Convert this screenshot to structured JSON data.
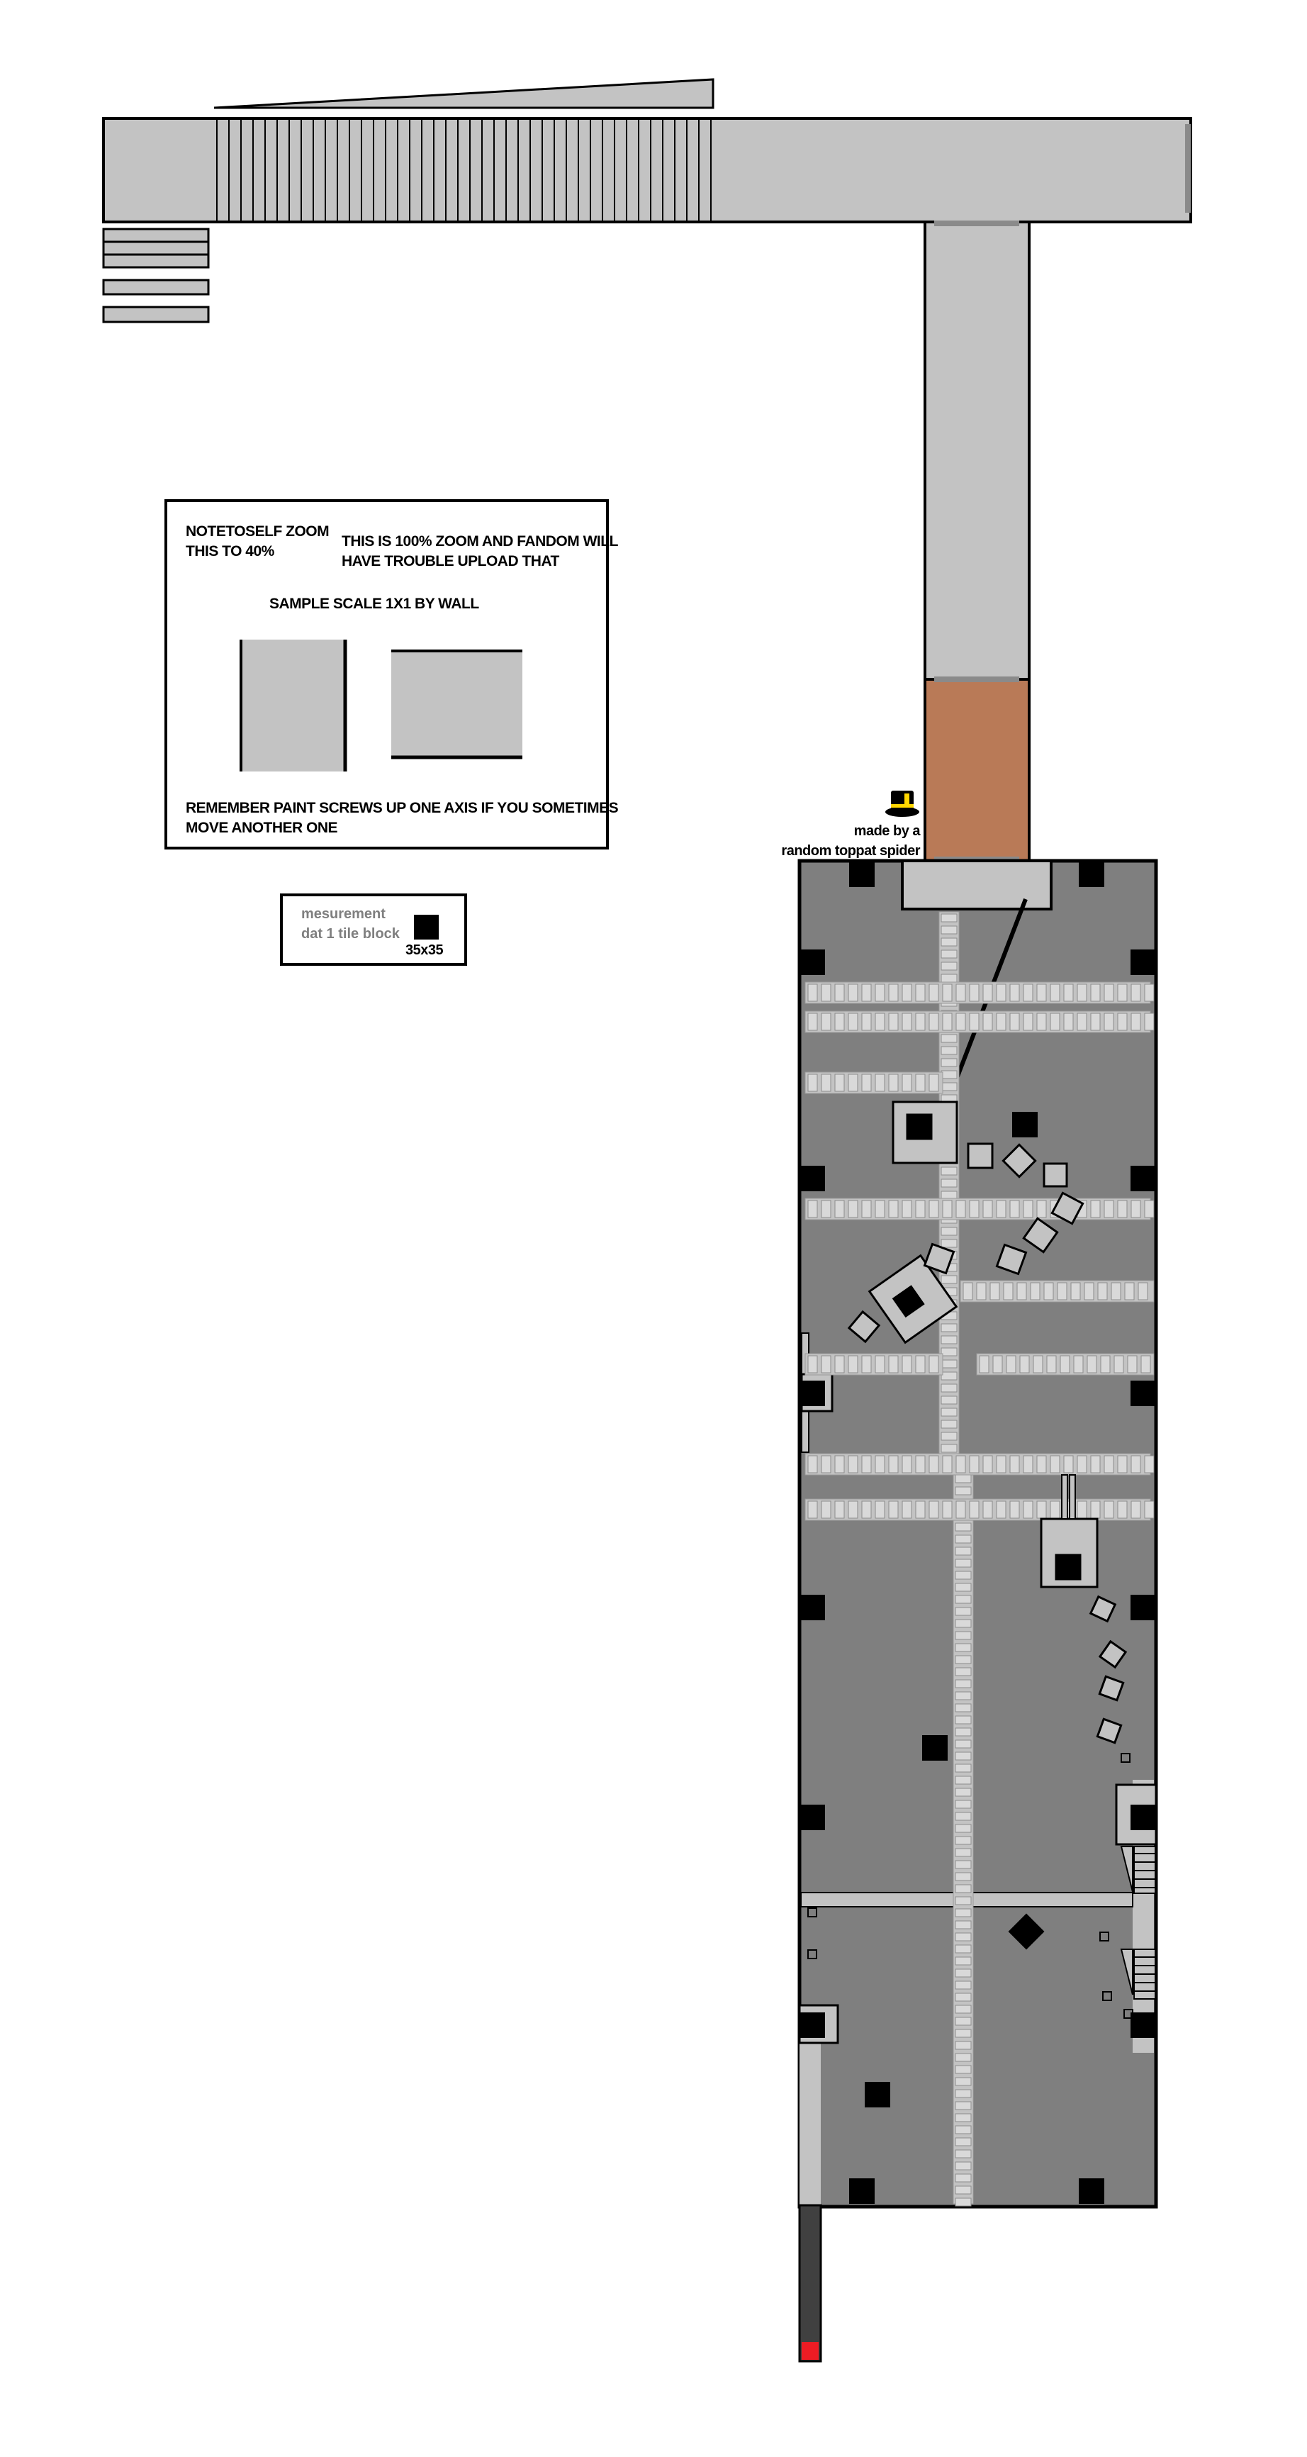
{
  "notes": {
    "zoom_note": "NOTETOSELF ZOOM\nTHIS TO 40%",
    "fandom_note": "THIS IS 100% ZOOM AND FANDOM WILL\nHAVE TROUBLE UPLOAD THAT",
    "sample_scale": "SAMPLE SCALE 1X1 BY WALL",
    "paint_note": "REMEMBER PAINT SCREWS UP ONE AXIS IF YOU SOMETIMES\nMOVE ANOTHER ONE"
  },
  "measurement": {
    "label": "mesurement\ndat 1 tile block",
    "size": "35x35"
  },
  "credit": {
    "text": "made by a\nrandom toppat spider",
    "icon": "top-hat-icon"
  },
  "colors": {
    "wall": "#c3c3c3",
    "floor": "#7f7f7f",
    "door": "#b97a57",
    "outline": "#000000",
    "marker": "#ed1c24"
  }
}
